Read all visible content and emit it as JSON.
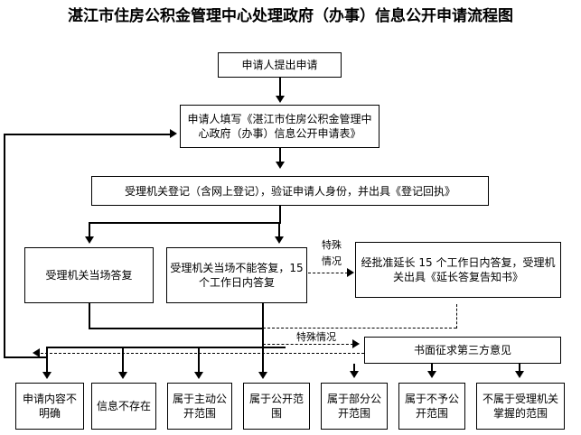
{
  "title": "湛江市住房公积金管理中心处理政府（办事）信息公开申请流程图",
  "nodes": {
    "apply": "申请人提出申请",
    "form": "申请人填写《湛江市住房公积金管理中心政府（办事）信息公开申请表》",
    "register": "受理机关登记（含网上登记），验证申请人身份，并出具《登记回执》",
    "reply_onsite": "受理机关当场答复",
    "reply_15days": "受理机关当场不能答复，15 个工作日内答复",
    "extend": "经批准延长 15 个工作日内答复，受理机关出具《延长答复告知书》",
    "third_party": "书面征求第三方意见"
  },
  "labels": {
    "special_line1": "特殊",
    "special_line2": "情况",
    "special_full": "特殊情况"
  },
  "outcomes": [
    "申请内容不明确",
    "信息不存在",
    "属于主动公开范围",
    "属于公开范围",
    "属于部分公开范围",
    "属于不予公开范围",
    "不属于受理机关掌握的范围"
  ],
  "colors": {
    "stroke": "#000000",
    "background": "#ffffff",
    "text": "#000000"
  }
}
